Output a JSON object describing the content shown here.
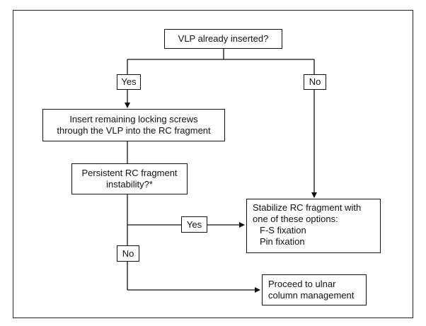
{
  "flowchart": {
    "start_question": "VLP already inserted?",
    "branch_yes_1": "Yes",
    "branch_no_1": "No",
    "insert_screws": [
      "Insert remaining locking screws",
      "through the VLP into the RC fragment"
    ],
    "persistent_question": [
      "Persistent RC fragment",
      "instability?*"
    ],
    "branch_yes_2": "Yes",
    "branch_no_2": "No",
    "stabilize": {
      "lines": [
        "Stabilize RC fragment with",
        "one of these options:"
      ],
      "options": [
        "F-S fixation",
        "Pin fixation"
      ]
    },
    "proceed": [
      "Proceed to ulnar",
      "column management"
    ]
  },
  "colors": {
    "line": "#111111",
    "border": "#222222",
    "background": "#ffffff"
  }
}
